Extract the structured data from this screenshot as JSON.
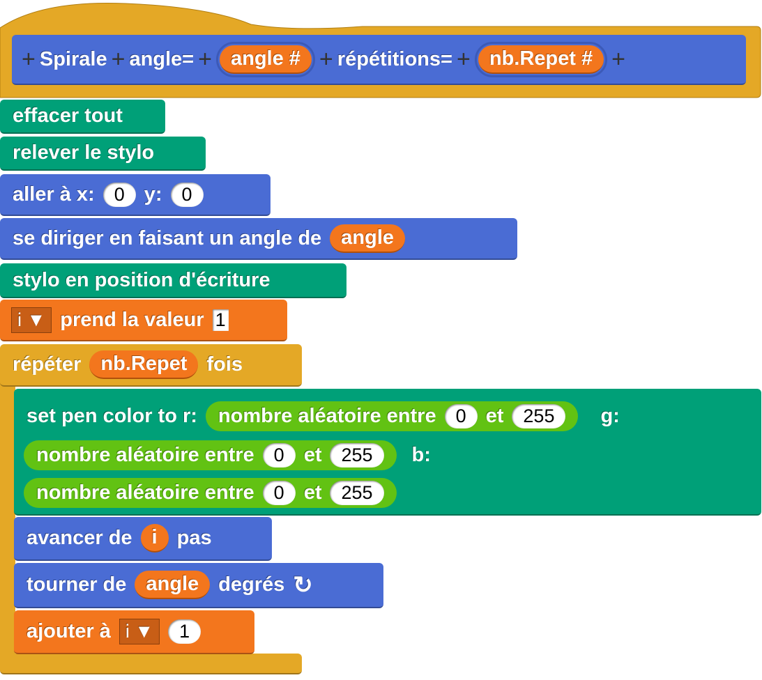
{
  "hat": {
    "name": "Spirale",
    "label1": "angle=",
    "param1": "angle #",
    "label2": "répétitions=",
    "param2": "nb.Repet #",
    "plus": "+"
  },
  "clear": "effacer tout",
  "pen_up": "relever le stylo",
  "goto": {
    "label": "aller à x:",
    "x": "0",
    "y_label": "y:",
    "y": "0"
  },
  "point": {
    "label": "se diriger en faisant un angle de",
    "var": "angle"
  },
  "pen_down": "stylo en position d'écriture",
  "set_var": {
    "var": "i",
    "label": "prend la valeur",
    "value": "1"
  },
  "repeat": {
    "label": "répéter",
    "var": "nb.Repet",
    "suffix": "fois"
  },
  "pen_color": {
    "label": "set pen color to r:",
    "g_label": "g:",
    "b_label": "b:",
    "random": {
      "label": "nombre aléatoire entre",
      "and": "et",
      "min": "0",
      "max": "255"
    }
  },
  "move": {
    "label": "avancer de",
    "var": "i",
    "suffix": "pas"
  },
  "turn": {
    "label": "tourner de",
    "var": "angle",
    "suffix": "degrés"
  },
  "change": {
    "label": "ajouter à",
    "var": "i",
    "value": "1"
  }
}
